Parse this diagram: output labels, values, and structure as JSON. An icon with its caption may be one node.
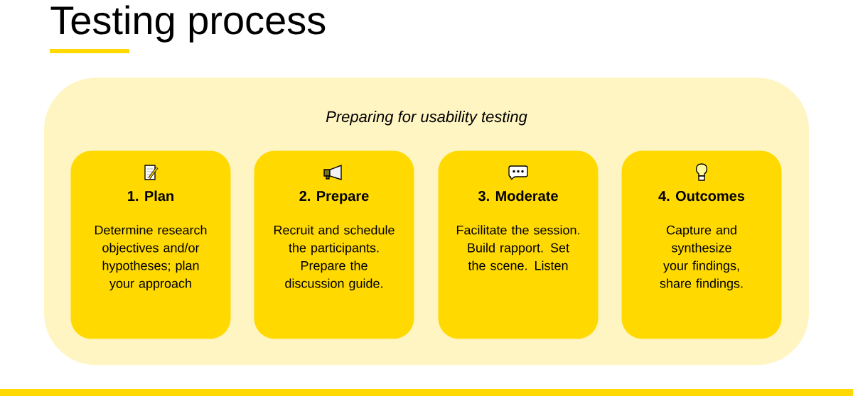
{
  "diagram": {
    "title": "Testing process",
    "nodes": [
      {
        "text": [
          "Preparing for usability testing"
        ]
      },
      {
        "text": [
          "1. Plan",
          "Determine research objectives and/or hypotheses; plan your approach"
        ],
        "in": 0
      },
      {
        "text": [
          "2. Prepare",
          "Recruit and schedule the participants. Prepare the discussion guide."
        ],
        "in": 0
      },
      {
        "text": [
          "3. Moderate",
          "Facilitate the session. Build rapport. Set the scene. Listen"
        ],
        "in": 0
      },
      {
        "text": [
          "4. Outcomes",
          "Capture and synthesize your findings, share findings."
        ],
        "in": 0
      }
    ]
  }
}
